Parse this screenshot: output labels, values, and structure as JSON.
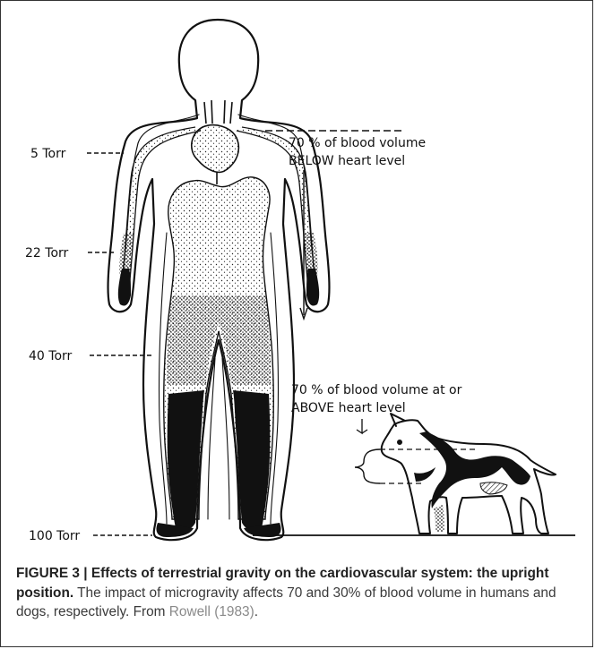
{
  "figure": {
    "torr_labels": [
      "5 Torr",
      "22 Torr",
      "40 Torr",
      "100 Torr"
    ],
    "human_note": {
      "line1": "70 % of blood volume",
      "line2": "BELOW heart level"
    },
    "dog_note": {
      "line1": "70 % of blood volume at or",
      "line2": "ABOVE heart level"
    }
  },
  "caption": {
    "heading": "FIGURE 3 | Effects of terrestrial gravity on the cardiovascular system: the upright position.",
    "body": " The impact of microgravity affects 70 and 30% of blood volume in humans and dogs, respectively. From ",
    "reference": "Rowell (1983)",
    "end": "."
  },
  "colors": {
    "ink": "#111111",
    "caption_text": "#3a3a3a",
    "reference": "#8a8a8a",
    "border": "#333333"
  }
}
